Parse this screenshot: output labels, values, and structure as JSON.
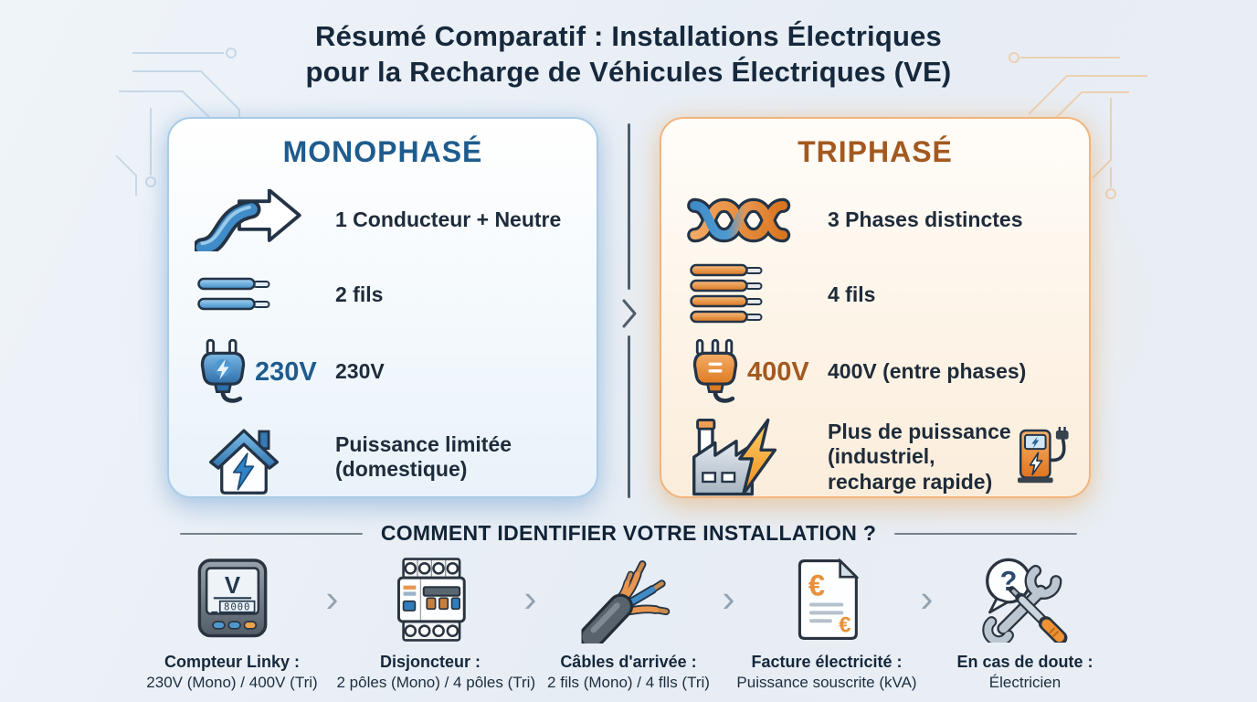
{
  "title": {
    "line1": "Résumé Comparatif : Installations Électriques",
    "line2": "pour la Recharge de Véhicules Électriques (VE)"
  },
  "cards": {
    "mono": {
      "title": "MONOPHASÉ",
      "accent_color": "#1f5c8e",
      "rows": [
        {
          "icon": "curved-arrow-icon",
          "text": "1 Conducteur + Neutre"
        },
        {
          "icon": "two-wires-icon",
          "text": "2 fils"
        },
        {
          "icon": "plug-icon",
          "icon_label": "230V",
          "text": "230V"
        },
        {
          "icon": "house-bolt-icon",
          "text": "Puissance limitée (domestique)"
        }
      ]
    },
    "tri": {
      "title": "TRIPHASÉ",
      "accent_color": "#a3591f",
      "rows": [
        {
          "icon": "twisted-wires-icon",
          "text": "3 Phases distinctes"
        },
        {
          "icon": "four-wires-icon",
          "text": "4 fils"
        },
        {
          "icon": "plug-icon",
          "icon_label": "400V",
          "text": "400V (entre phases)"
        },
        {
          "icon": "factory-bolt-icon",
          "text": "Plus de puissance (industriel, recharge rapide)",
          "trailing_icon": "ev-charger-icon"
        }
      ]
    }
  },
  "identify": {
    "heading": "COMMENT IDENTIFIER VOTRE INSTALLATION ?",
    "steps": [
      {
        "icon": "linky-meter-icon",
        "title": "Compteur Linky :",
        "detail": "230V (Mono) / 400V (Tri)"
      },
      {
        "icon": "circuit-breaker-icon",
        "title": "Disjoncteur :",
        "detail": "2 pôles (Mono) / 4 pôles (Tri)"
      },
      {
        "icon": "cables-icon",
        "title": "Câbles d'arrivée :",
        "detail": "2 fils (Mono) / 4 flls (Tri)"
      },
      {
        "icon": "invoice-icon",
        "title": "Facture électricité :",
        "detail": "Puissance souscrite (kVA)"
      },
      {
        "icon": "doubt-tools-icon",
        "title": "En cas de doute :",
        "detail": "Électricien"
      }
    ]
  },
  "icon_text": {
    "meter_unit": "V",
    "meter_display": "8000",
    "euro": "€",
    "question": "?",
    "step_chevron": "›"
  },
  "colors": {
    "mono_border": "#a9cbe7",
    "tri_border": "#f2b47c",
    "heading_text": "#16283c",
    "divider": "#4e5d6c"
  }
}
